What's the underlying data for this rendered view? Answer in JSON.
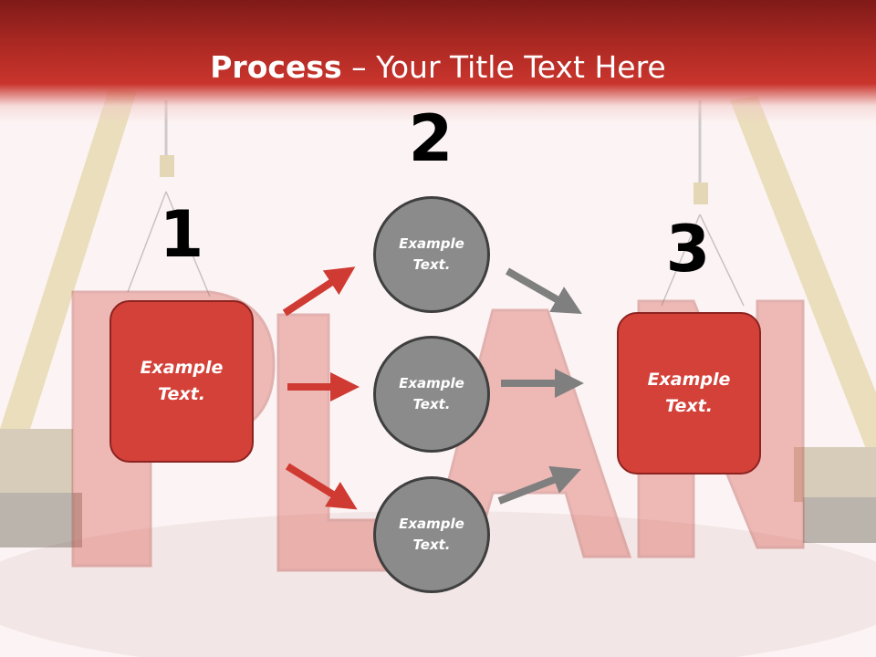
{
  "slide": {
    "title_bold": "Process",
    "title_rest": " – Your Title Text Here"
  },
  "steps": [
    {
      "number": "1",
      "line1": "Example",
      "line2": "Text."
    },
    {
      "number": "2"
    },
    {
      "number": "3",
      "line1": "Example",
      "line2": "Text."
    }
  ],
  "circles": [
    {
      "line1": "Example",
      "line2": "Text."
    },
    {
      "line1": "Example",
      "line2": "Text."
    },
    {
      "line1": "Example",
      "line2": "Text."
    }
  ],
  "colors": {
    "header": "#b02a24",
    "red_box": "#d34139",
    "red_arrow": "#cf3b33",
    "gray_circle": "#8b8b8b",
    "gray_arrow": "#7f7f7f"
  },
  "icons": [
    "arrow-right-icon"
  ]
}
